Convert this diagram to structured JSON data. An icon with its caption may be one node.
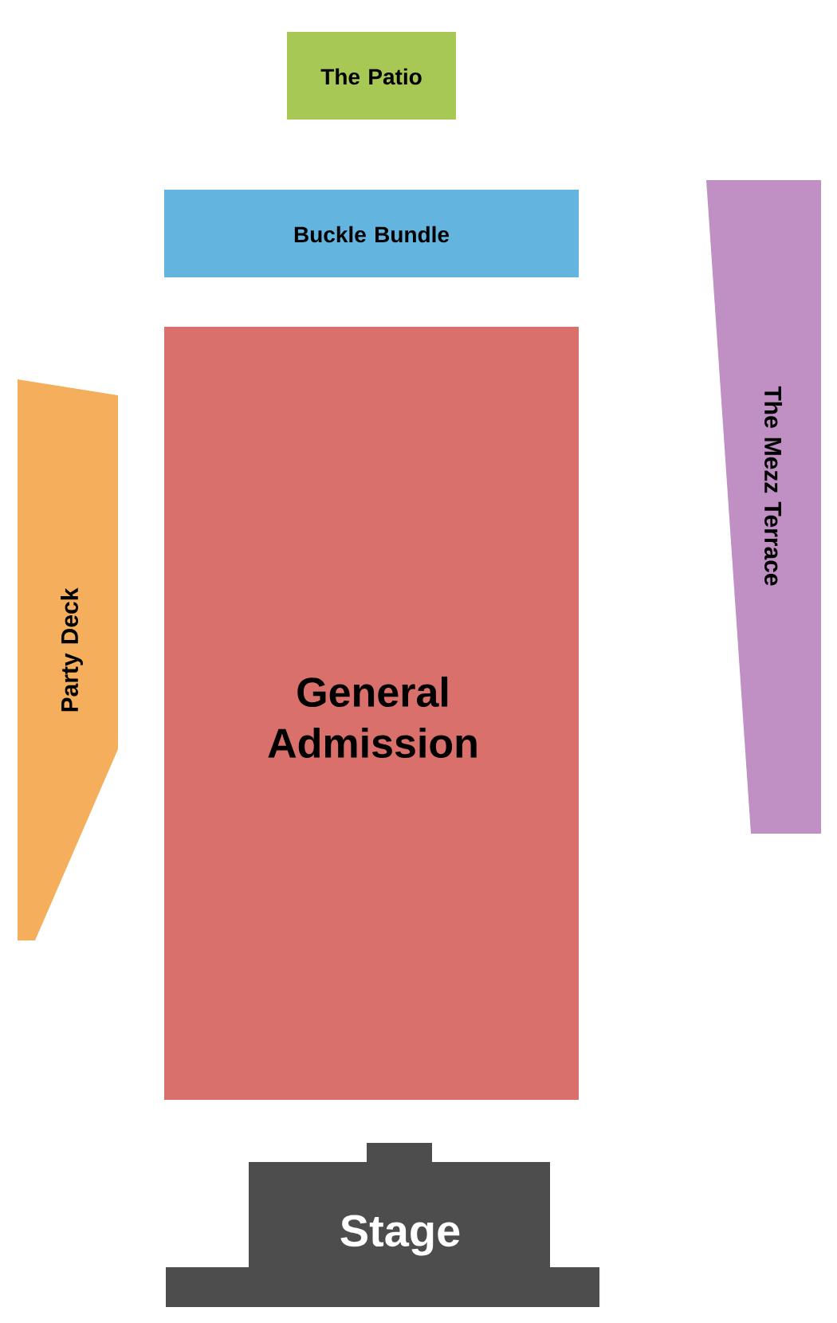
{
  "diagram": {
    "nodes": [
      {
        "text": [
          "The Patio"
        ]
      },
      {
        "text": [
          "Buckle Bundle"
        ]
      },
      {
        "text": [
          "The Mezz Terrace"
        ]
      },
      {
        "text": [
          "Party Deck"
        ]
      },
      {
        "text": [
          "General Admission"
        ]
      },
      {
        "text": [
          "Stage"
        ]
      }
    ]
  }
}
